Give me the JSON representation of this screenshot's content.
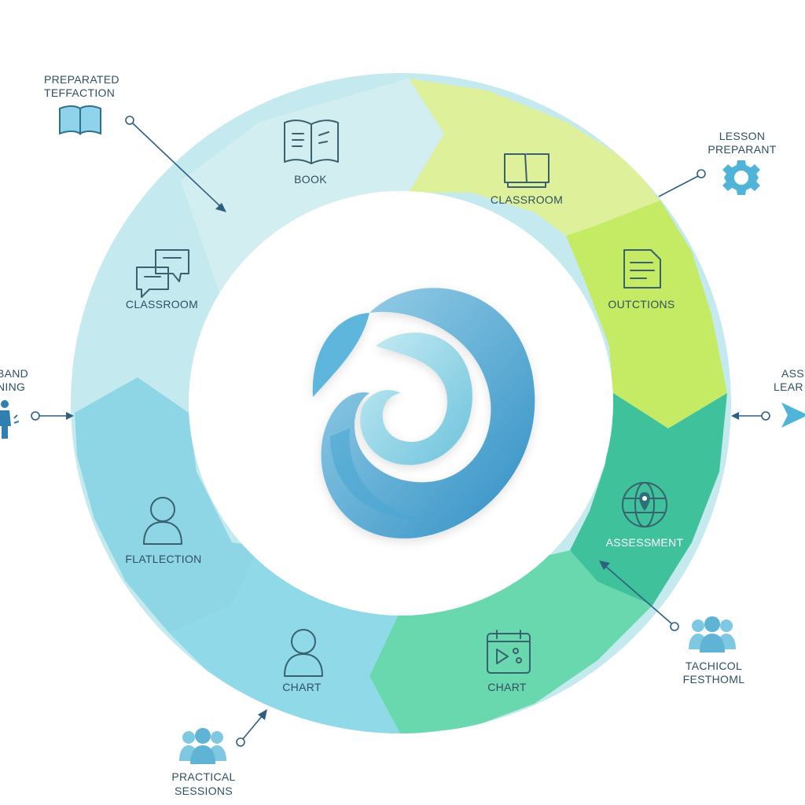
{
  "colors": {
    "book": "#d3eef0",
    "classroom_top": "#dff09a",
    "outctions": "#c5ea63",
    "assessment": "#3fc19b",
    "chart_right": "#6ad8ae",
    "chart_left": "#8fd9e8",
    "flatlection": "#8ed6e6",
    "classroom_left": "#c4e9ef",
    "accent_icon": "#4fb4d8",
    "line": "#2f5f80"
  },
  "segments": [
    {
      "label": "BOOK",
      "icon": "book-icon"
    },
    {
      "label": "CLASSROOM",
      "icon": "open-book-icon"
    },
    {
      "label": "OUTCTIONS",
      "icon": "document-icon"
    },
    {
      "label": "ASSESSMENT",
      "icon": "globe-location-icon"
    },
    {
      "label": "CHART",
      "icon": "calendar-video-icon"
    },
    {
      "label": "CHART",
      "icon": "person-icon"
    },
    {
      "label": "FLATLECTION",
      "icon": "person-icon"
    },
    {
      "label": "CLASSROOM",
      "icon": "chat-bubbles-icon"
    }
  ],
  "callouts": {
    "top_left": {
      "line1": "PREPARATED",
      "line2": "TEFFACTION",
      "icon": "book-icon"
    },
    "top_right": {
      "line1": "LESSON",
      "line2": "PREPARANT",
      "icon": "gear-icon"
    },
    "left": {
      "line1": "BAND",
      "line2": "NING",
      "icon": "person-icon"
    },
    "right": {
      "line1": "ASS",
      "line2": "LEAR",
      "icon": "arrow-icon"
    },
    "bottom_right": {
      "line1": "TACHICOL",
      "line2": "FESTHOML",
      "icon": "group-icon"
    },
    "bottom_left": {
      "line1": "PRACTICAL",
      "line2": "SESSIONS",
      "icon": "group-icon"
    }
  },
  "center": {
    "icon": "swirl-logo-icon"
  }
}
